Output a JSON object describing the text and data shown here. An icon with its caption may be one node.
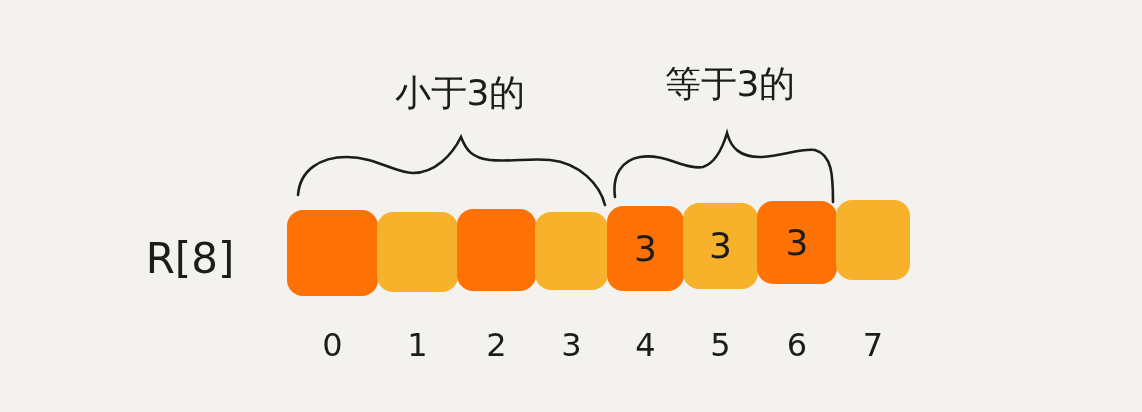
{
  "diagram": {
    "nodes": [
      {
        "text": [],
        "shape": "box",
        "beside": [
          "0"
        ]
      },
      {
        "text": [],
        "shape": "box",
        "beside": [
          "1"
        ]
      },
      {
        "text": [],
        "shape": "box",
        "beside": [
          "2"
        ]
      },
      {
        "text": [],
        "shape": "box",
        "beside": [
          "3"
        ]
      },
      {
        "text": [
          "3"
        ],
        "beside": [
          "4"
        ]
      },
      {
        "text": [
          "3"
        ],
        "beside": [
          "5"
        ]
      },
      {
        "text": [
          "3"
        ],
        "beside": [
          "6"
        ]
      },
      {
        "text": [],
        "shape": "box",
        "beside": [
          "7"
        ]
      }
    ],
    "labels": [
      "小于3的",
      "等于3的",
      "R[8]"
    ]
  }
}
